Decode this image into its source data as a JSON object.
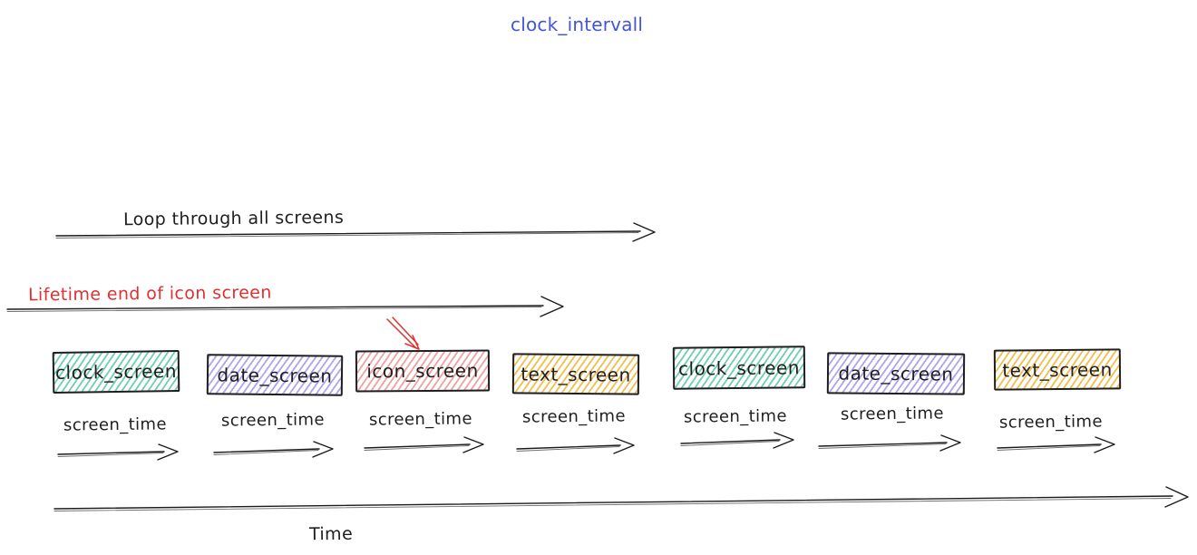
{
  "title": {
    "text": "clock_intervall"
  },
  "colors": {
    "title_blue": "#4254d8",
    "annotation_red": "#e03131",
    "ink": "#1e1e1e",
    "teal_hatch": "#6fcfb0",
    "purple_hatch": "#b1a4ee",
    "pink_hatch": "#f0a1a1",
    "yellow_hatch": "#f2bf4e"
  },
  "annotations": {
    "loop_label": "Loop through all screens",
    "lifetime_label": "Lifetime end of icon screen",
    "time_axis_label": "Time"
  },
  "screens": [
    {
      "label": "clock_screen",
      "hatch_color": "#6fcfb0"
    },
    {
      "label": "date_screen",
      "hatch_color": "#b1a4ee"
    },
    {
      "label": "icon_screen",
      "hatch_color": "#f0a1a1"
    },
    {
      "label": "text_screen",
      "hatch_color": "#f2bf4e"
    },
    {
      "label": "clock_screen",
      "hatch_color": "#6fcfb0"
    },
    {
      "label": "date_screen",
      "hatch_color": "#b1a4ee"
    },
    {
      "label": "text_screen",
      "hatch_color": "#f2bf4e"
    }
  ],
  "screen_time_labels": [
    "screen_time",
    "screen_time",
    "screen_time",
    "screen_time",
    "screen_time",
    "screen_time",
    "screen_time"
  ]
}
